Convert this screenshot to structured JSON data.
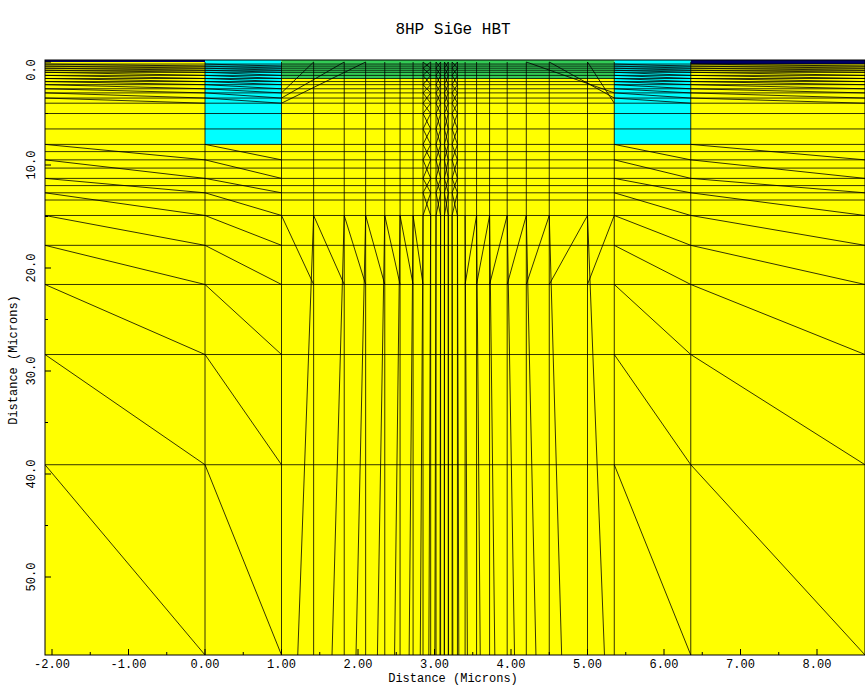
{
  "diagram": {
    "title": "8HP SiGe HBT",
    "labels": [
      "0.0",
      "10.0",
      "20.0",
      "30.0",
      "40.0",
      "50.0",
      "Distance (Microns)",
      "-2.00",
      "-1.00",
      "0.00",
      "1.00",
      "2.00",
      "3.00",
      "4.00",
      "5.00",
      "6.00",
      "7.00",
      "8.00",
      "Distance (Microns)"
    ]
  }
}
